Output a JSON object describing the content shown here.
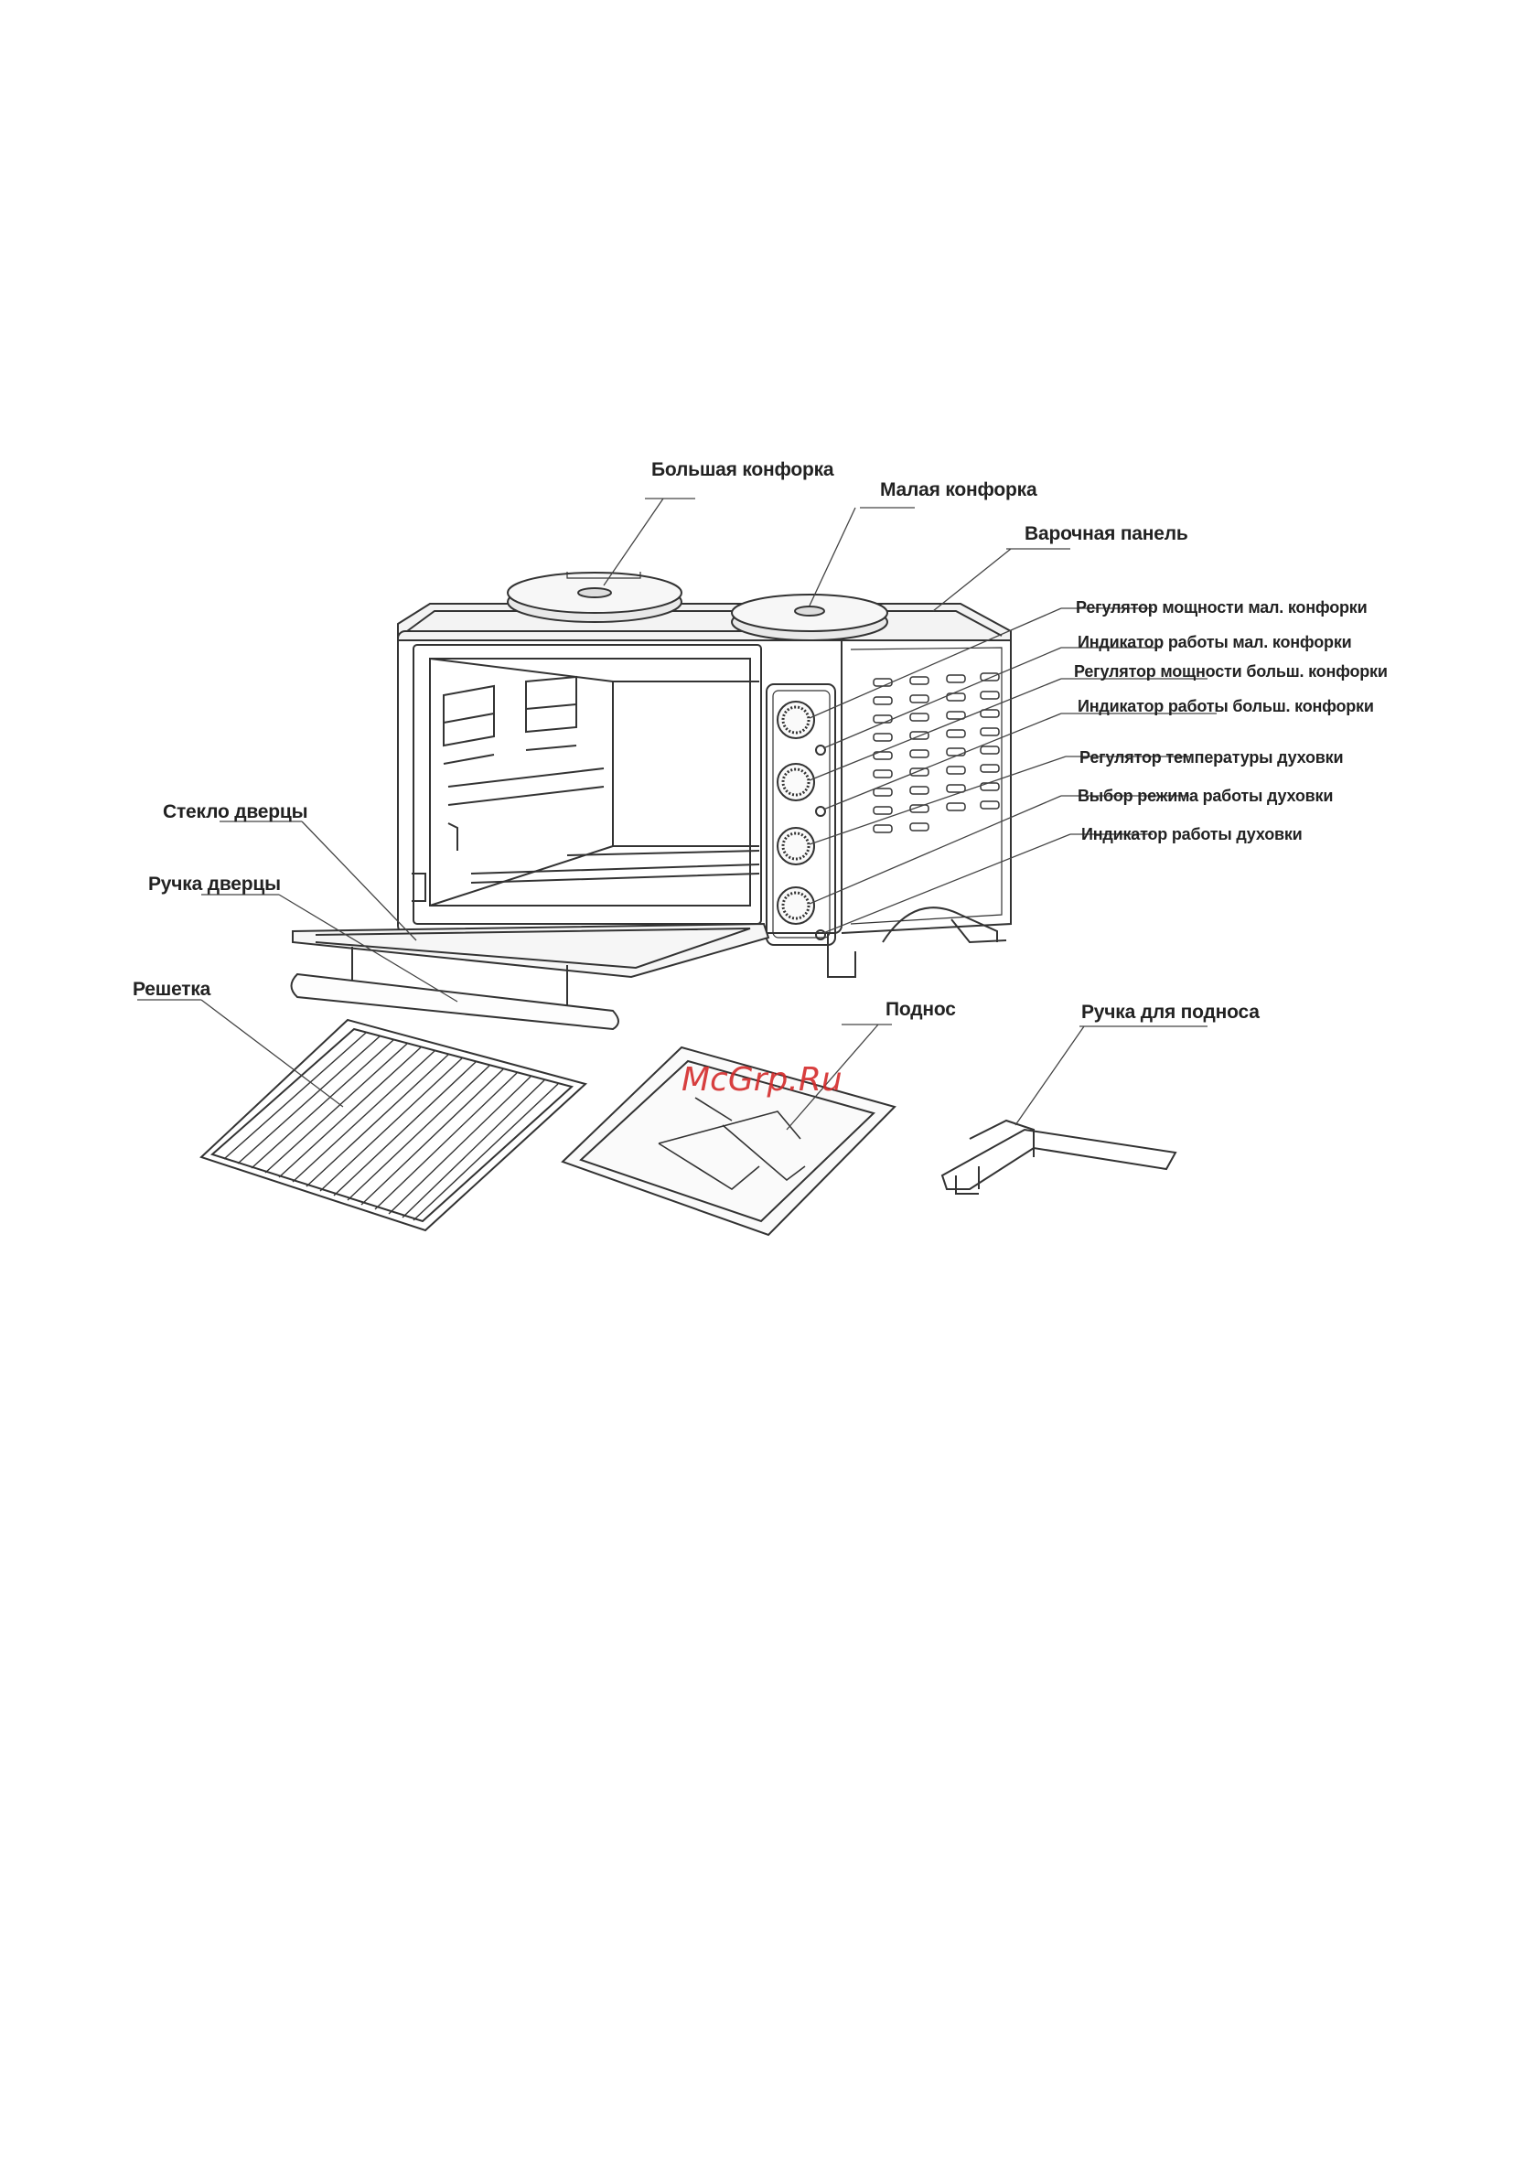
{
  "watermark": "McGrp.Ru",
  "labels": {
    "big_burner": "Большая конфорка",
    "small_burner": "Малая конфорка",
    "cooktop": "Варочная панель",
    "small_power_regulator": "Регулятор мощности мал. конфорки",
    "small_indicator": "Индикатор работы  мал. конфорки",
    "big_power_regulator": "Регулятор мощности больш. конфорки",
    "big_indicator": "Индикатор работы  больш. конфорки",
    "oven_temp_regulator": "Регулятор температуры духовки",
    "oven_mode_selector": "Выбор режима работы духовки",
    "oven_indicator": "Индикатор работы духовки",
    "door_glass": "Стекло дверцы",
    "door_handle": "Ручка дверцы",
    "rack": "Решетка",
    "tray": "Поднос",
    "tray_handle": "Ручка для подноса"
  }
}
